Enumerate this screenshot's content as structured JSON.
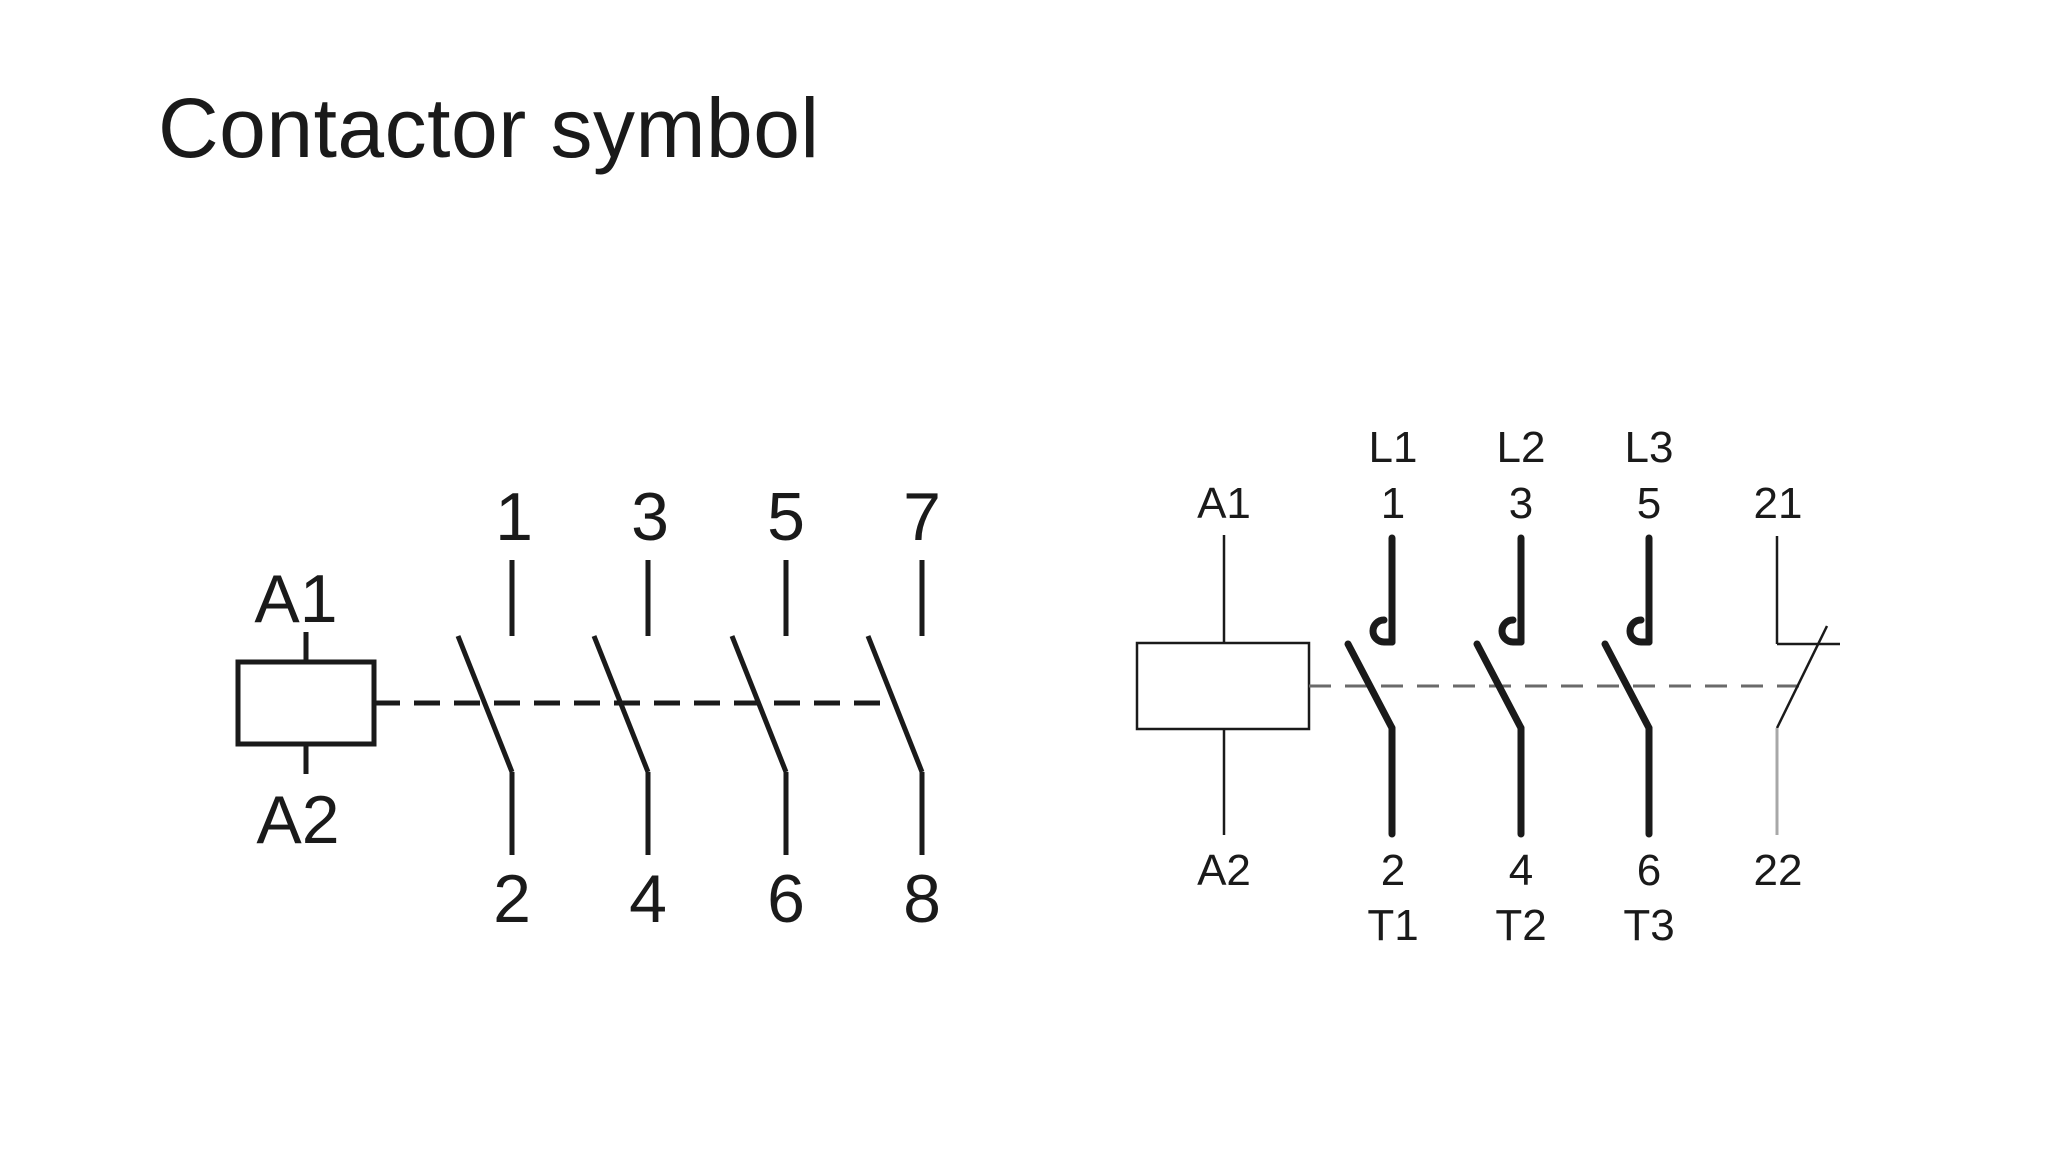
{
  "title": "Contactor symbol",
  "diagram1": {
    "coil": {
      "top_label": "A1",
      "bottom_label": "A2"
    },
    "contacts": [
      {
        "top": "1",
        "bottom": "2"
      },
      {
        "top": "3",
        "bottom": "4"
      },
      {
        "top": "5",
        "bottom": "6"
      },
      {
        "top": "7",
        "bottom": "8"
      }
    ]
  },
  "diagram2": {
    "coil": {
      "top_label": "A1",
      "bottom_label": "A2"
    },
    "main_contacts": [
      {
        "line": "L1",
        "top": "1",
        "bottom": "2",
        "terminal": "T1"
      },
      {
        "line": "L2",
        "top": "3",
        "bottom": "4",
        "terminal": "T2"
      },
      {
        "line": "L3",
        "top": "5",
        "bottom": "6",
        "terminal": "T3"
      }
    ],
    "aux_contact": {
      "top": "21",
      "bottom": "22"
    }
  }
}
